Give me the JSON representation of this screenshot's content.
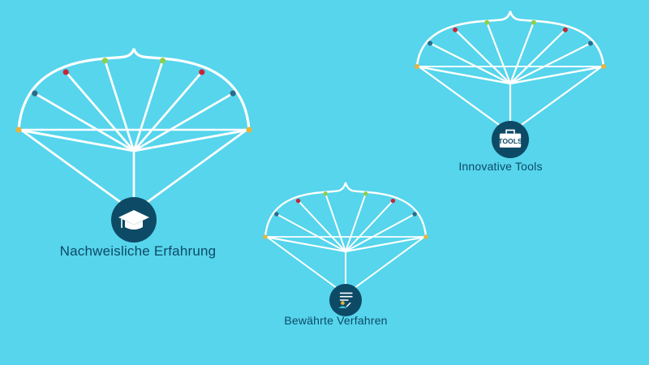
{
  "background_color": "#56d5ec",
  "colors": {
    "line": "#ffffff",
    "icon_fill": "#0d4a66",
    "icon_glyph": "#ffffff",
    "label_text": "#0d4a66",
    "dot_palette": [
      "#e8b33c",
      "#2a6c8a",
      "#c4283a",
      "#8dcf4a"
    ]
  },
  "parachutes": [
    {
      "label": "Nachweisliche Erfahrung",
      "icon": "graduation-cap-icon",
      "dot_colors": [
        "#e8b33c",
        "#2a6c8a",
        "#c4283a",
        "#8dcf4a",
        "#8dcf4a",
        "#c4283a",
        "#2a6c8a",
        "#e8b33c"
      ]
    },
    {
      "label": "Innovative Tools",
      "icon": "toolbox-icon",
      "icon_text": "TOOLS",
      "dot_colors": [
        "#e8b33c",
        "#2a6c8a",
        "#c4283a",
        "#8dcf4a",
        "#8dcf4a",
        "#c4283a",
        "#2a6c8a",
        "#e8b33c"
      ]
    },
    {
      "label": "Bewährte Verfahren",
      "icon": "best-practice-checklist-icon",
      "dot_colors": [
        "#e8b33c",
        "#2a6c8a",
        "#c4283a",
        "#8dcf4a",
        "#8dcf4a",
        "#c4283a",
        "#2a6c8a",
        "#e8b33c"
      ]
    }
  ]
}
